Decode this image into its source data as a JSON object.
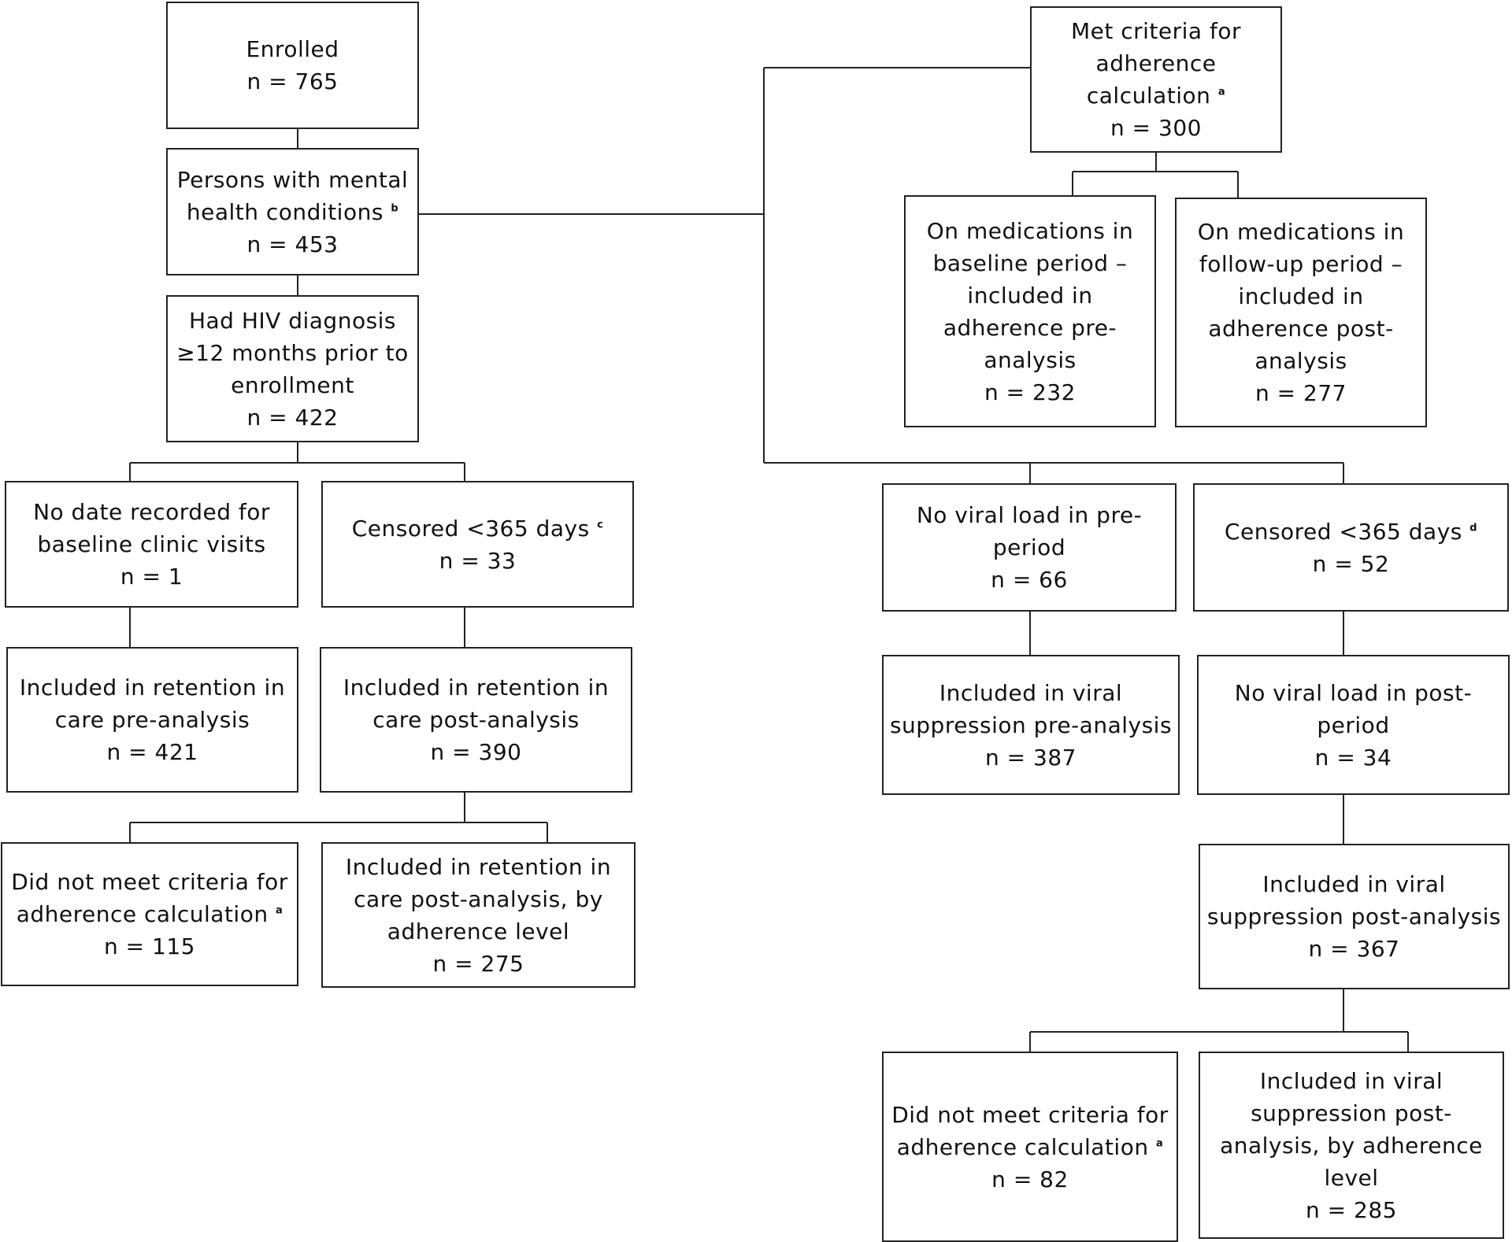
{
  "boxes": {
    "enrolled": {
      "lines": [
        "Enrolled"
      ],
      "n": "n = 765"
    },
    "mental_health": {
      "lines": [
        "Persons with mental",
        "health conditions"
      ],
      "sup": "b",
      "n": "n = 453"
    },
    "hiv_diagnosis": {
      "lines": [
        "Had HIV diagnosis",
        "≥12 months prior to",
        "enrollment"
      ],
      "n": "n = 422"
    },
    "no_date": {
      "lines": [
        "No date recorded for",
        "baseline clinic visits"
      ],
      "n": "n = 1"
    },
    "censored_c": {
      "lines": [
        "Censored <365 days"
      ],
      "sup": "c",
      "n": "n = 33"
    },
    "retention_pre": {
      "lines": [
        "Included in retention in",
        "care pre-analysis"
      ],
      "n": "n = 421"
    },
    "retention_post": {
      "lines": [
        "Included in retention in",
        "care post-analysis"
      ],
      "n": "n = 390"
    },
    "not_met_left": {
      "lines": [
        "Did not meet criteria for",
        "adherence calculation"
      ],
      "sup": "a",
      "n": "n = 115"
    },
    "retention_post_adherence": {
      "lines": [
        "Included in retention in",
        "care post-analysis, by",
        "adherence level"
      ],
      "n": "n = 275"
    },
    "met_criteria": {
      "lines": [
        "Met criteria for",
        "adherence",
        "calculation"
      ],
      "sup": "a",
      "n": "n = 300"
    },
    "meds_baseline": {
      "lines": [
        "On medications in",
        "baseline period –",
        "included in",
        "adherence pre-",
        "analysis"
      ],
      "n": "n = 232"
    },
    "meds_followup": {
      "lines": [
        "On medications in",
        "follow-up period –",
        "included in",
        "adherence post-",
        "analysis"
      ],
      "n": "n = 277"
    },
    "no_vl_pre": {
      "lines": [
        "No viral load in pre-",
        "period"
      ],
      "n": "n = 66"
    },
    "censored_d": {
      "lines": [
        "Censored <365 days"
      ],
      "sup": "d",
      "n": "n = 52"
    },
    "vs_pre": {
      "lines": [
        "Included in viral",
        "suppression pre-analysis"
      ],
      "n": "n = 387"
    },
    "no_vl_post": {
      "lines": [
        "No viral load in post-",
        "period"
      ],
      "n": "n = 34"
    },
    "vs_post": {
      "lines": [
        "Included in viral",
        "suppression post-analysis"
      ],
      "n": "n = 367"
    },
    "not_met_right": {
      "lines": [
        "Did not meet criteria for",
        "adherence calculation"
      ],
      "sup": "a",
      "n": "n = 82"
    },
    "vs_post_adherence": {
      "lines": [
        "Included in viral",
        "suppression post-",
        "analysis, by adherence",
        "level"
      ],
      "n": "n = 285"
    }
  }
}
